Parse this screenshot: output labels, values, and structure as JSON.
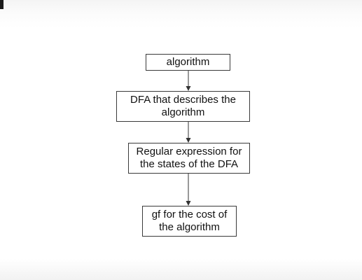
{
  "diagram": {
    "nodes": [
      {
        "id": "n1",
        "label": "algorithm"
      },
      {
        "id": "n2",
        "label": "DFA that describes the\nalgorithm"
      },
      {
        "id": "n3",
        "label": "Regular expression for\nthe states of the DFA"
      },
      {
        "id": "n4",
        "label": "gf for the cost of\nthe algorithm"
      }
    ],
    "edges": [
      {
        "from": "n1",
        "to": "n2"
      },
      {
        "from": "n2",
        "to": "n3"
      },
      {
        "from": "n3",
        "to": "n4"
      }
    ],
    "colors": {
      "border": "#3a3a3a",
      "arrow": "#333333",
      "text": "#111111"
    }
  }
}
